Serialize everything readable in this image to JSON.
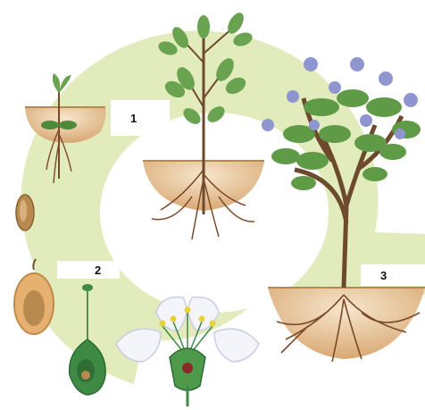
{
  "labels": {
    "stage_1": "1",
    "stage_2": "2",
    "stage_3": "3"
  },
  "colors": {
    "cycle_ring": "#dfe9b4",
    "soil_light": "#f1dcbd",
    "soil_dark": "#d7a874",
    "root": "#7a4a2a",
    "stem": "#6d4a2e",
    "leaf": "#6aa34f",
    "leaf_dark": "#3f7a34",
    "flower_blue": "#8f96cf",
    "petal": "#f4f5fb",
    "seed": "#b98a4f",
    "fruit_flesh": "#e6b070",
    "pistil": "#3e8a45"
  },
  "icons": [
    "seedling-icon",
    "young-tree-icon",
    "flowering-tree-icon",
    "seed-icon",
    "fruit-cross-section-icon",
    "pistil-icon",
    "flower-icon"
  ]
}
